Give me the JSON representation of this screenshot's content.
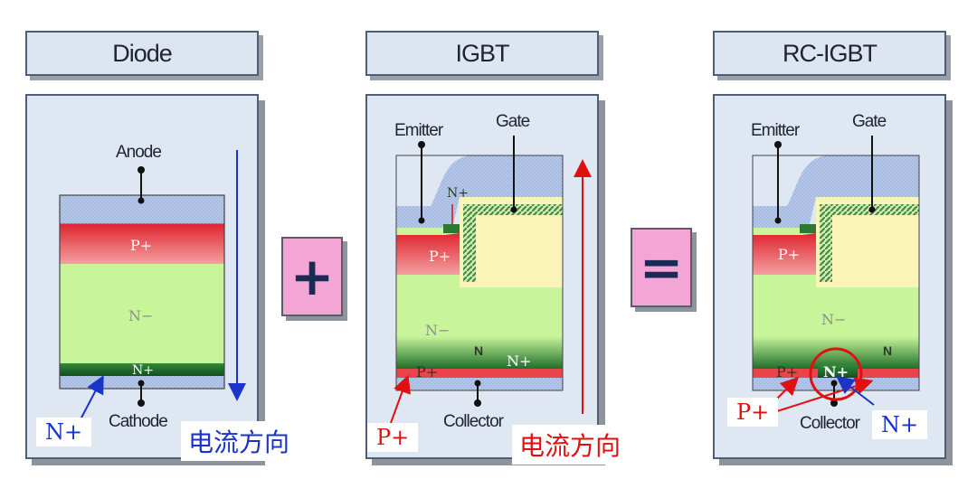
{
  "titles": {
    "diode": "Diode",
    "igbt": "IGBT",
    "rcigbt": "RC-IGBT"
  },
  "operators": {
    "plus": "+",
    "equals": "="
  },
  "diode": {
    "anode": "Anode",
    "cathode": "Cathode",
    "p_plus": "P+",
    "n_minus": "N−",
    "n_plus": "N+",
    "note_n_plus": "N+",
    "current_direction": "电流方向"
  },
  "igbt": {
    "emitter": "Emitter",
    "gate": "Gate",
    "collector": "Collector",
    "n_plus_top": "N+",
    "p_plus_top": "P+",
    "n_minus": "N−",
    "n_buffer": "N",
    "n_plus_right": "N+",
    "p_plus_bottom": "P+",
    "note_p_plus": "P+",
    "current_direction": "电流方向"
  },
  "rcigbt": {
    "emitter": "Emitter",
    "gate": "Gate",
    "collector": "Collector",
    "p_plus_top": "P+",
    "n_minus": "N−",
    "n_buffer": "N",
    "p_plus_bottom": "P+",
    "n_plus_bottom": "N+",
    "note_p_plus": "P+",
    "note_n_plus": "N+"
  },
  "colors": {
    "panel": "#dfe7f3",
    "metal": "#b6c8ea",
    "p_plus": "#e8444a",
    "n_minus": "#c9f59a",
    "n_plus": "#1f6e2c",
    "oxide": "#fbf4b8",
    "gate_hatch": "#4a9a3a",
    "arrow_blue": "#1a33c8",
    "arrow_red": "#e01010",
    "op_box": "#f3a6d6"
  }
}
